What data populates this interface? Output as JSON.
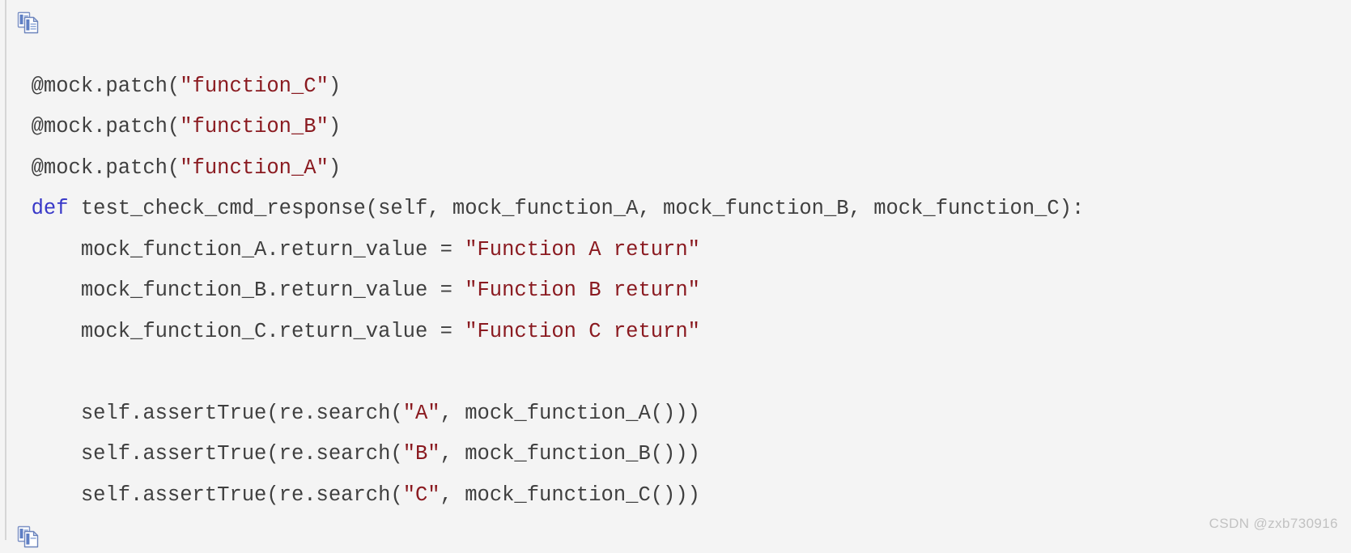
{
  "block": {
    "background_color": "#f4f4f4",
    "border_color": "#d6d6d6",
    "language": "python"
  },
  "icons": {
    "copy_top": "copy-icon",
    "copy_bottom": "copy-icon"
  },
  "syntax_colors": {
    "default": "#3f3f3f",
    "keyword": "#3838c8",
    "string": "#8a1a20"
  },
  "code": {
    "lines": [
      {
        "id": "line-1",
        "tokens": [
          {
            "t": "  @mock.patch(",
            "k": "default"
          },
          {
            "t": "\"function_C\"",
            "k": "string"
          },
          {
            "t": ")",
            "k": "default"
          }
        ]
      },
      {
        "id": "line-2",
        "tokens": [
          {
            "t": "  @mock.patch(",
            "k": "default"
          },
          {
            "t": "\"function_B\"",
            "k": "string"
          },
          {
            "t": ")",
            "k": "default"
          }
        ]
      },
      {
        "id": "line-3",
        "tokens": [
          {
            "t": "  @mock.patch(",
            "k": "default"
          },
          {
            "t": "\"function_A\"",
            "k": "string"
          },
          {
            "t": ")",
            "k": "default"
          }
        ]
      },
      {
        "id": "line-4",
        "tokens": [
          {
            "t": "  ",
            "k": "default"
          },
          {
            "t": "def",
            "k": "keyword"
          },
          {
            "t": " test_check_cmd_response(self, mock_function_A, mock_function_B, mock_function_C):",
            "k": "default"
          }
        ]
      },
      {
        "id": "line-5",
        "tokens": [
          {
            "t": "      mock_function_A.return_value = ",
            "k": "default"
          },
          {
            "t": "\"Function A return\"",
            "k": "string"
          }
        ]
      },
      {
        "id": "line-6",
        "tokens": [
          {
            "t": "      mock_function_B.return_value = ",
            "k": "default"
          },
          {
            "t": "\"Function B return\"",
            "k": "string"
          }
        ]
      },
      {
        "id": "line-7",
        "tokens": [
          {
            "t": "      mock_function_C.return_value = ",
            "k": "default"
          },
          {
            "t": "\"Function C return\"",
            "k": "string"
          }
        ]
      },
      {
        "id": "line-8",
        "tokens": [
          {
            "t": "",
            "k": "default"
          }
        ]
      },
      {
        "id": "line-9",
        "tokens": [
          {
            "t": "      self.assertTrue(re.search(",
            "k": "default"
          },
          {
            "t": "\"A\"",
            "k": "string"
          },
          {
            "t": ", mock_function_A()))",
            "k": "default"
          }
        ]
      },
      {
        "id": "line-10",
        "tokens": [
          {
            "t": "      self.assertTrue(re.search(",
            "k": "default"
          },
          {
            "t": "\"B\"",
            "k": "string"
          },
          {
            "t": ", mock_function_B()))",
            "k": "default"
          }
        ]
      },
      {
        "id": "line-11",
        "tokens": [
          {
            "t": "      self.assertTrue(re.search(",
            "k": "default"
          },
          {
            "t": "\"C\"",
            "k": "string"
          },
          {
            "t": ", mock_function_C()))",
            "k": "default"
          }
        ]
      }
    ]
  },
  "watermark": {
    "text": "CSDN @zxb730916"
  }
}
